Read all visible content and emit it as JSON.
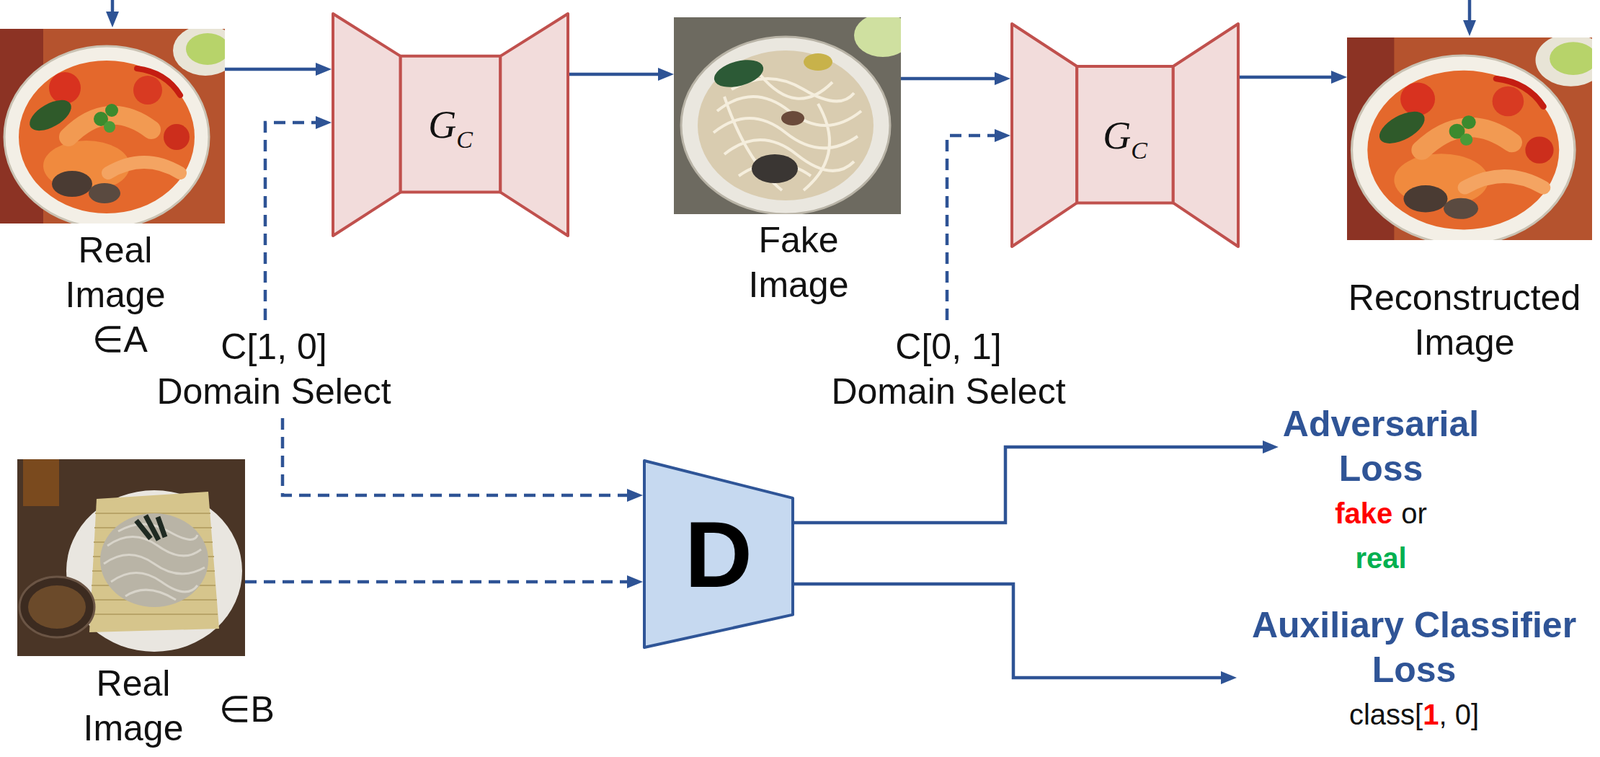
{
  "diagram": {
    "nodes": [
      {
        "text": [
          "Real Image",
          "∈A"
        ]
      },
      {
        "text": [
          "G",
          "C"
        ]
      },
      {
        "text": [
          "Fake Image"
        ]
      },
      {
        "text": [
          "G",
          "C"
        ]
      },
      {
        "text": [
          "Reconstructed Image"
        ]
      },
      {
        "text": [
          "C[1, 0]",
          "Domain Select"
        ]
      },
      {
        "text": [
          "C[0, 1]",
          "Domain Select"
        ]
      },
      {
        "text": [
          "Adversarial Loss",
          "fake",
          "or",
          "real"
        ]
      },
      {
        "text": [
          "Real Image",
          "∈B"
        ]
      },
      {
        "text": [
          "D"
        ]
      },
      {
        "text": [
          "Auxiliary Classifier Loss",
          "class[",
          "1",
          ", 0]"
        ]
      }
    ],
    "edges": [
      {
        "from": 0,
        "to": 1,
        "arrow": "to"
      },
      {
        "from": 1,
        "to": 2,
        "arrow": "to"
      },
      {
        "from": 2,
        "to": 3,
        "arrow": "to"
      },
      {
        "from": 3,
        "to": 4,
        "arrow": "to"
      },
      {
        "from": 5,
        "to": 1,
        "arrow": "to"
      },
      {
        "from": 6,
        "to": 3,
        "arrow": "to"
      },
      {
        "from": 5,
        "to": 9,
        "arrow": "to"
      },
      {
        "from": 8,
        "to": 9,
        "arrow": "to"
      },
      {
        "from": 9,
        "to": 7,
        "arrow": "to"
      },
      {
        "from": 9,
        "to": 10,
        "arrow": "to"
      }
    ]
  }
}
